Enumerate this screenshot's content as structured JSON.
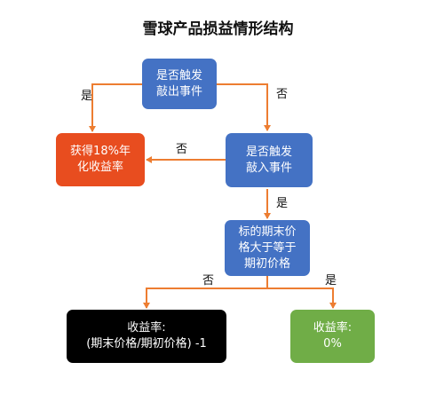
{
  "title": "雪球产品损益情形结构",
  "nodes": {
    "knock_out": "是否触发\n敲出事件",
    "fixed_return": "获得18%年\n化收益率",
    "knock_in": "是否触发\n敲入事件",
    "compare": "标的期末价\n格大于等于\n期初价格",
    "loss": "收益率:\n(期末价格/期初价格) -1",
    "zero": "收益率:\n0%"
  },
  "edge_labels": {
    "ko_yes": "是",
    "ko_no": "否",
    "ki_no": "否",
    "ki_yes": "是",
    "cmp_no": "否",
    "cmp_yes": "是"
  },
  "colors": {
    "blue": "#4472c4",
    "red": "#e84d1f",
    "black": "#000000",
    "green": "#70ad47",
    "arrow": "#ed7d31"
  }
}
